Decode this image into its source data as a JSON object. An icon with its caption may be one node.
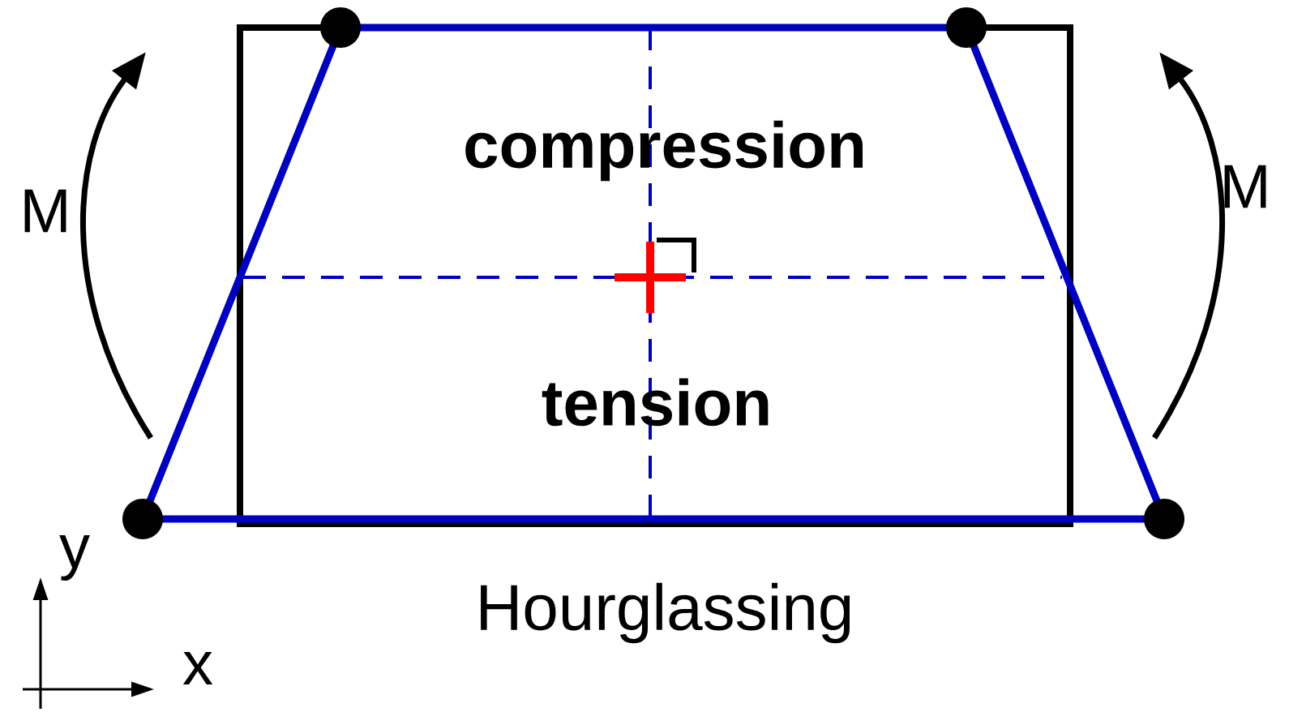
{
  "diagram": {
    "caption": "Hourglassing",
    "labels": [
      "M",
      "compression",
      "M",
      "tension",
      "y",
      "x"
    ]
  }
}
